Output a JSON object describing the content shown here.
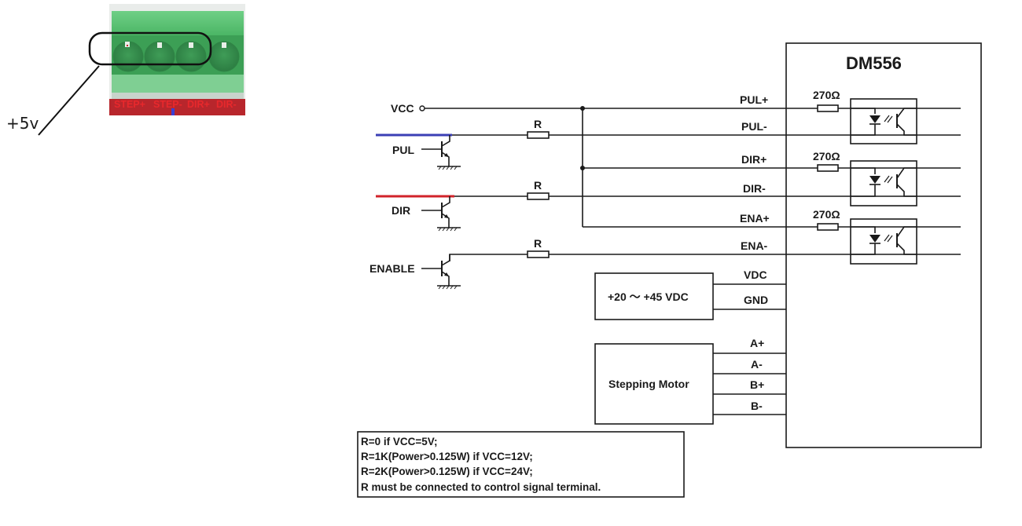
{
  "photo": {
    "annotation_label": "+5v",
    "terminal_labels": [
      "STEP+",
      "STEP-",
      "DIR+",
      "DIR-"
    ],
    "colors": {
      "block": "#4cb866",
      "block_dark": "#2f8a47",
      "pcb": "#b8262c",
      "label": "#e8282c"
    }
  },
  "schematic": {
    "driver_name": "DM556",
    "left_inputs": {
      "vcc": "VCC",
      "pul": "PUL",
      "dir": "DIR",
      "enable": "ENABLE"
    },
    "resistor_label": "R",
    "internal_resistor_label": "270Ω",
    "terminals": [
      "PUL+",
      "PUL-",
      "DIR+",
      "DIR-",
      "ENA+",
      "ENA-"
    ],
    "power": {
      "supply_label": "+20 ～ +45 VDC",
      "pins": [
        "VDC",
        "GND"
      ]
    },
    "motor": {
      "label": "Stepping Motor",
      "pins": [
        "A+",
        "A-",
        "B+",
        "B-"
      ]
    },
    "highlight_colors": {
      "pul": "#3b3fb5",
      "dir": "#d2232a"
    }
  },
  "notes": [
    "R=0 if VCC=5V;",
    "R=1K(Power>0.125W) if VCC=12V;",
    "R=2K(Power>0.125W) if VCC=24V;",
    "R must be connected to control signal terminal."
  ]
}
